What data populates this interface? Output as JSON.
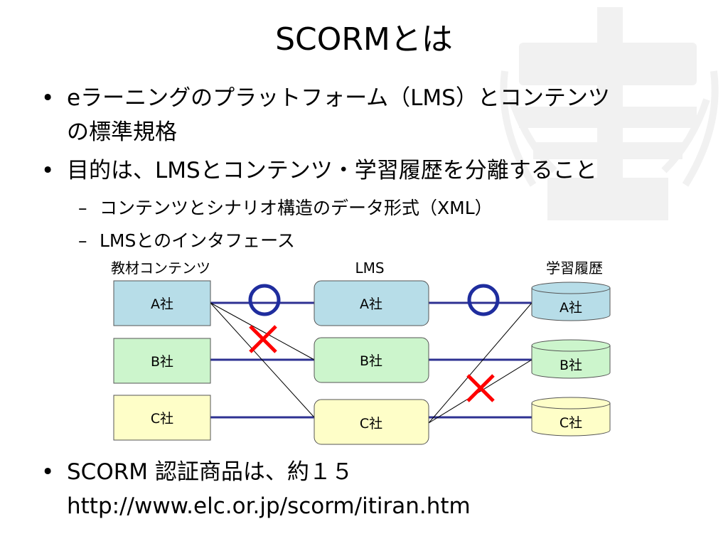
{
  "title": "SCORMとは",
  "bullets": [
    {
      "marker": "•",
      "lines": [
        "eラーニングのプラットフォーム（LMS）とコンテンツ",
        "の標準規格"
      ]
    },
    {
      "marker": "•",
      "lines": [
        "目的は、LMSとコンテンツ・学習履歴を分離すること"
      ],
      "sub": [
        {
          "marker": "–",
          "text": "コンテンツとシナリオ構造のデータ形式（XML）"
        },
        {
          "marker": "–",
          "text": "LMSとのインタフェース"
        }
      ]
    },
    {
      "marker": "•",
      "lines": [
        "SCORM 認証商品は、約１５",
        "http://www.elc.or.jp/scorm/itiran.htm"
      ]
    }
  ],
  "diagram": {
    "column_headers": {
      "contents": "教材コンテンツ",
      "lms": "LMS",
      "history": "学習履歴"
    },
    "contents": [
      {
        "label": "A社",
        "fill": "#b7dde8"
      },
      {
        "label": "B社",
        "fill": "#ccf5cc"
      },
      {
        "label": "C社",
        "fill": "#fefec8"
      }
    ],
    "lms": [
      {
        "label": "A社",
        "fill": "#b7dde8"
      },
      {
        "label": "B社",
        "fill": "#ccf5cc"
      },
      {
        "label": "C社",
        "fill": "#fefec8"
      }
    ],
    "history": [
      {
        "label": "A社",
        "fill": "#b7dde8"
      },
      {
        "label": "B社",
        "fill": "#ccf5cc"
      },
      {
        "label": "C社",
        "fill": "#fefec8"
      }
    ],
    "markers": {
      "ok": "○",
      "ng": "×"
    },
    "colors": {
      "connector": "#2e3192",
      "ok_marker": "#1f2d9e",
      "ng_marker": "#ff0000",
      "thin_line": "#000000"
    }
  }
}
